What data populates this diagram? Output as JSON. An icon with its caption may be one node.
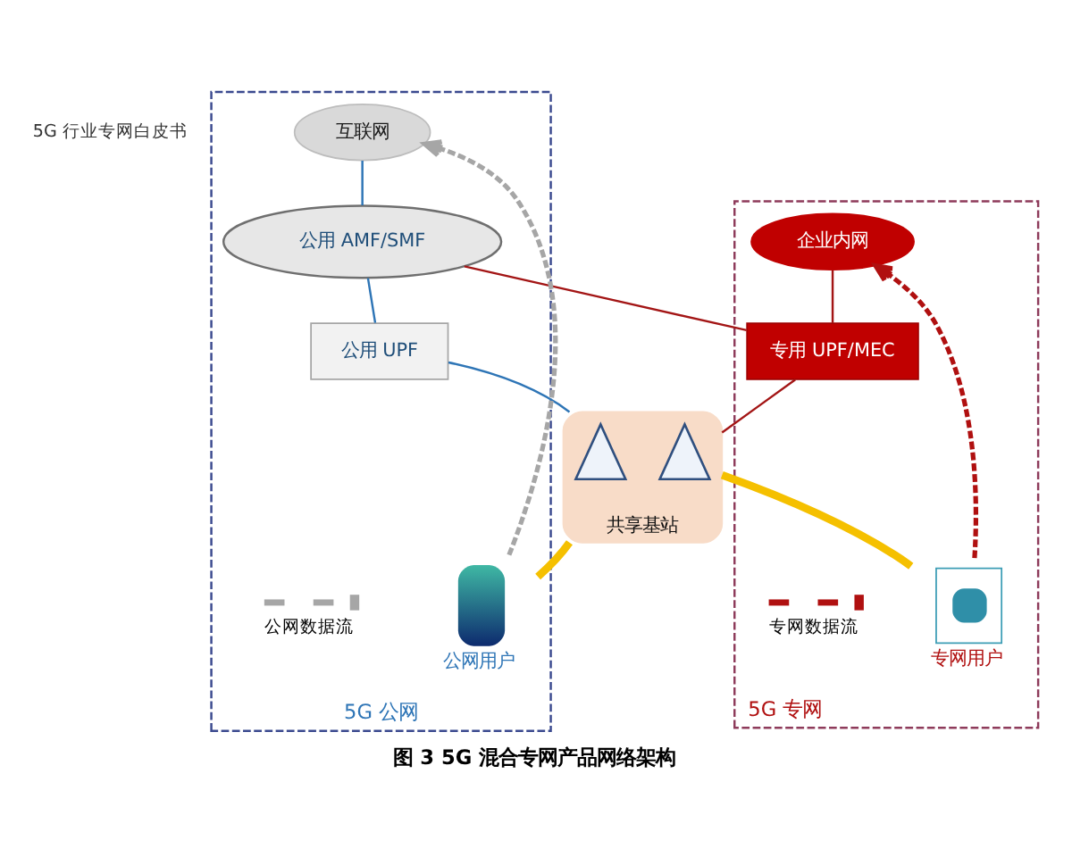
{
  "diagram": {
    "caption": "图 3 5G 混合专网产品网络架构",
    "nodes": [
      {
        "text": [
          "5G 公网"
        ]
      },
      {
        "text": [
          "互联网"
        ],
        "in": 0
      },
      {
        "text": [
          "公用 AMF/SMF"
        ],
        "in": 0
      },
      {
        "text": [
          "公用 UPF"
        ],
        "in": 0
      },
      {
        "text": [
          "5G 专网"
        ]
      },
      {
        "text": [
          "企业内网"
        ],
        "in": 4
      },
      {
        "text": [
          "专用 UPF/MEC"
        ],
        "in": 4
      },
      {
        "text": [
          "共享基站"
        ]
      },
      {
        "text": [],
        "shape": "picture",
        "in": 7
      },
      {
        "text": [],
        "shape": "picture",
        "in": 7
      },
      {
        "text": [],
        "shape": "picture",
        "beside": [
          "公网用户"
        ],
        "in": 0
      },
      {
        "text": [],
        "shape": "picture",
        "beside": [
          "专网用户"
        ],
        "in": 4
      }
    ],
    "edges": [
      {
        "from": 1,
        "to": 2,
        "arrow": "none",
        "color": "#2e75b6"
      },
      {
        "from": 2,
        "to": 3,
        "arrow": "none",
        "color": "#2e75b6"
      },
      {
        "from": 3,
        "to": 7,
        "arrow": "none",
        "color": "#2e75b6"
      },
      {
        "from": 2,
        "to": 6,
        "arrow": "none",
        "color": "#a31515"
      },
      {
        "from": 5,
        "to": 6,
        "arrow": "none",
        "color": "#a31515"
      },
      {
        "from": 6,
        "to": 7,
        "arrow": "none",
        "color": "#a31515"
      },
      {
        "from": 7,
        "to": 10,
        "arrow": "none",
        "style": "thick",
        "color": "#f5c000"
      },
      {
        "from": 7,
        "to": 11,
        "arrow": "none",
        "style": "thick",
        "color": "#f5c000"
      },
      {
        "from": 10,
        "to": 1,
        "arrow": "to",
        "style": "dashed",
        "color": "#a6a6a6"
      },
      {
        "from": 11,
        "to": 5,
        "arrow": "to",
        "style": "dashed",
        "color": "#b01010"
      }
    ],
    "labels": [
      "5G 行业专网白皮书"
    ],
    "legend": [
      {
        "text": "公网数据流"
      },
      {
        "text": "专网数据流"
      }
    ]
  }
}
